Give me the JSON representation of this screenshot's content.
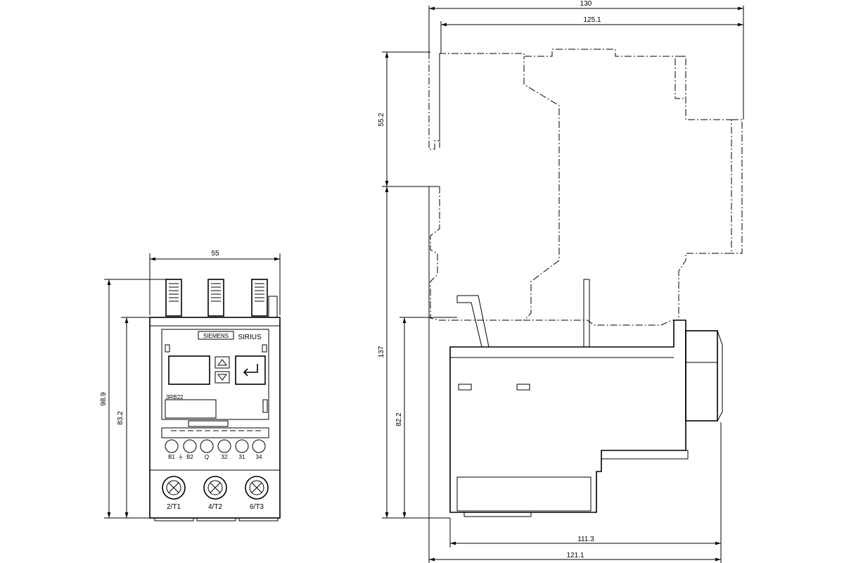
{
  "front_view": {
    "dim_width": "55",
    "dim_total_height": "98.9",
    "dim_body_height": "83.2",
    "brand": "SIEMENS",
    "product": "SIRIUS",
    "model": "3RB22",
    "terminal_labels": [
      "B1",
      "⏚",
      "B2",
      "Q",
      "32",
      "31",
      "34"
    ],
    "power_terminals": [
      "2/T1",
      "4/T2",
      "6/T3"
    ]
  },
  "side_view": {
    "dim_top_overall": "130",
    "dim_top_inner": "125.1",
    "dim_upper_height": "55.2",
    "dim_total_height": "137",
    "dim_body_height": "82.2",
    "dim_bottom_inner": "111.3",
    "dim_bottom_overall": "121.1"
  }
}
